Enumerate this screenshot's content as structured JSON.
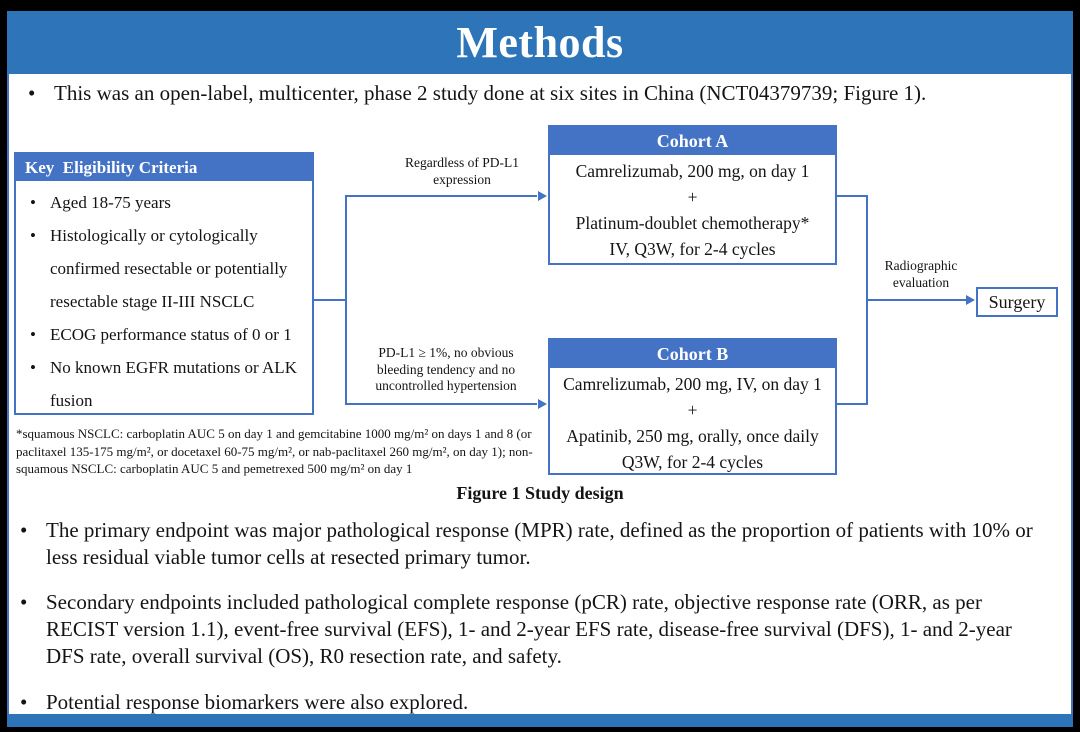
{
  "colors": {
    "title_bar_blue": "#2E74B8",
    "box_header_blue": "#4472C4",
    "connector_blue": "#4472C4",
    "background": "#FFFFFF",
    "outer_border": "#000000"
  },
  "glyphs": {
    "bullet": "•"
  },
  "slide": {
    "title": "Methods",
    "intro": "This was an open-label, multicenter, phase 2 study done at six sites in China (NCT04379739; Figure 1).",
    "figure_caption": "Figure 1 Study design",
    "endpoints": [
      "The primary endpoint was major pathological response (MPR) rate, defined as the proportion of patients with 10% or less residual viable tumor cells at resected primary tumor.",
      "Secondary endpoints included pathological complete response (pCR) rate, objective response rate (ORR, as per RECIST version 1.1), event-free survival (EFS), 1- and 2-year EFS rate, disease-free survival (DFS), 1- and 2-year DFS rate, overall survival (OS), R0 resection rate, and safety.",
      "Potential response biomarkers were also explored."
    ]
  },
  "diagram": {
    "eligibility": {
      "header": "Key  Eligibility Criteria",
      "items": [
        "Aged 18-75 years",
        "Histologically or cytologically confirmed resectable or potentially resectable stage II-III NSCLC",
        "ECOG performance status of 0 or 1",
        "No known EGFR mutations or ALK fusion"
      ]
    },
    "branch_top": "Regardless of PD-L1 expression",
    "branch_bottom": "PD-L1 ≥ 1%, no obvious bleeding tendency and no uncontrolled hypertension",
    "cohort_a": {
      "header": "Cohort A",
      "lines": [
        "Camrelizumab, 200 mg, on day 1",
        "+",
        "Platinum-doublet chemotherapy*",
        "IV, Q3W, for 2-4 cycles"
      ]
    },
    "cohort_b": {
      "header": "Cohort B",
      "lines": [
        "Camrelizumab, 200 mg, IV, on day 1",
        "+",
        "Apatinib, 250 mg, orally, once daily",
        "Q3W, for 2-4 cycles"
      ]
    },
    "evaluation_label": "Radiographic evaluation",
    "surgery": "Surgery",
    "footnote": "*squamous NSCLC: carboplatin AUC 5 on day 1 and gemcitabine 1000 mg/m² on days 1 and 8 (or paclitaxel 135-175 mg/m², or docetaxel 60-75 mg/m², or nab-paclitaxel 260 mg/m², on day 1); non-squamous NSCLC: carboplatin AUC 5 and pemetrexed 500 mg/m² on day 1"
  }
}
